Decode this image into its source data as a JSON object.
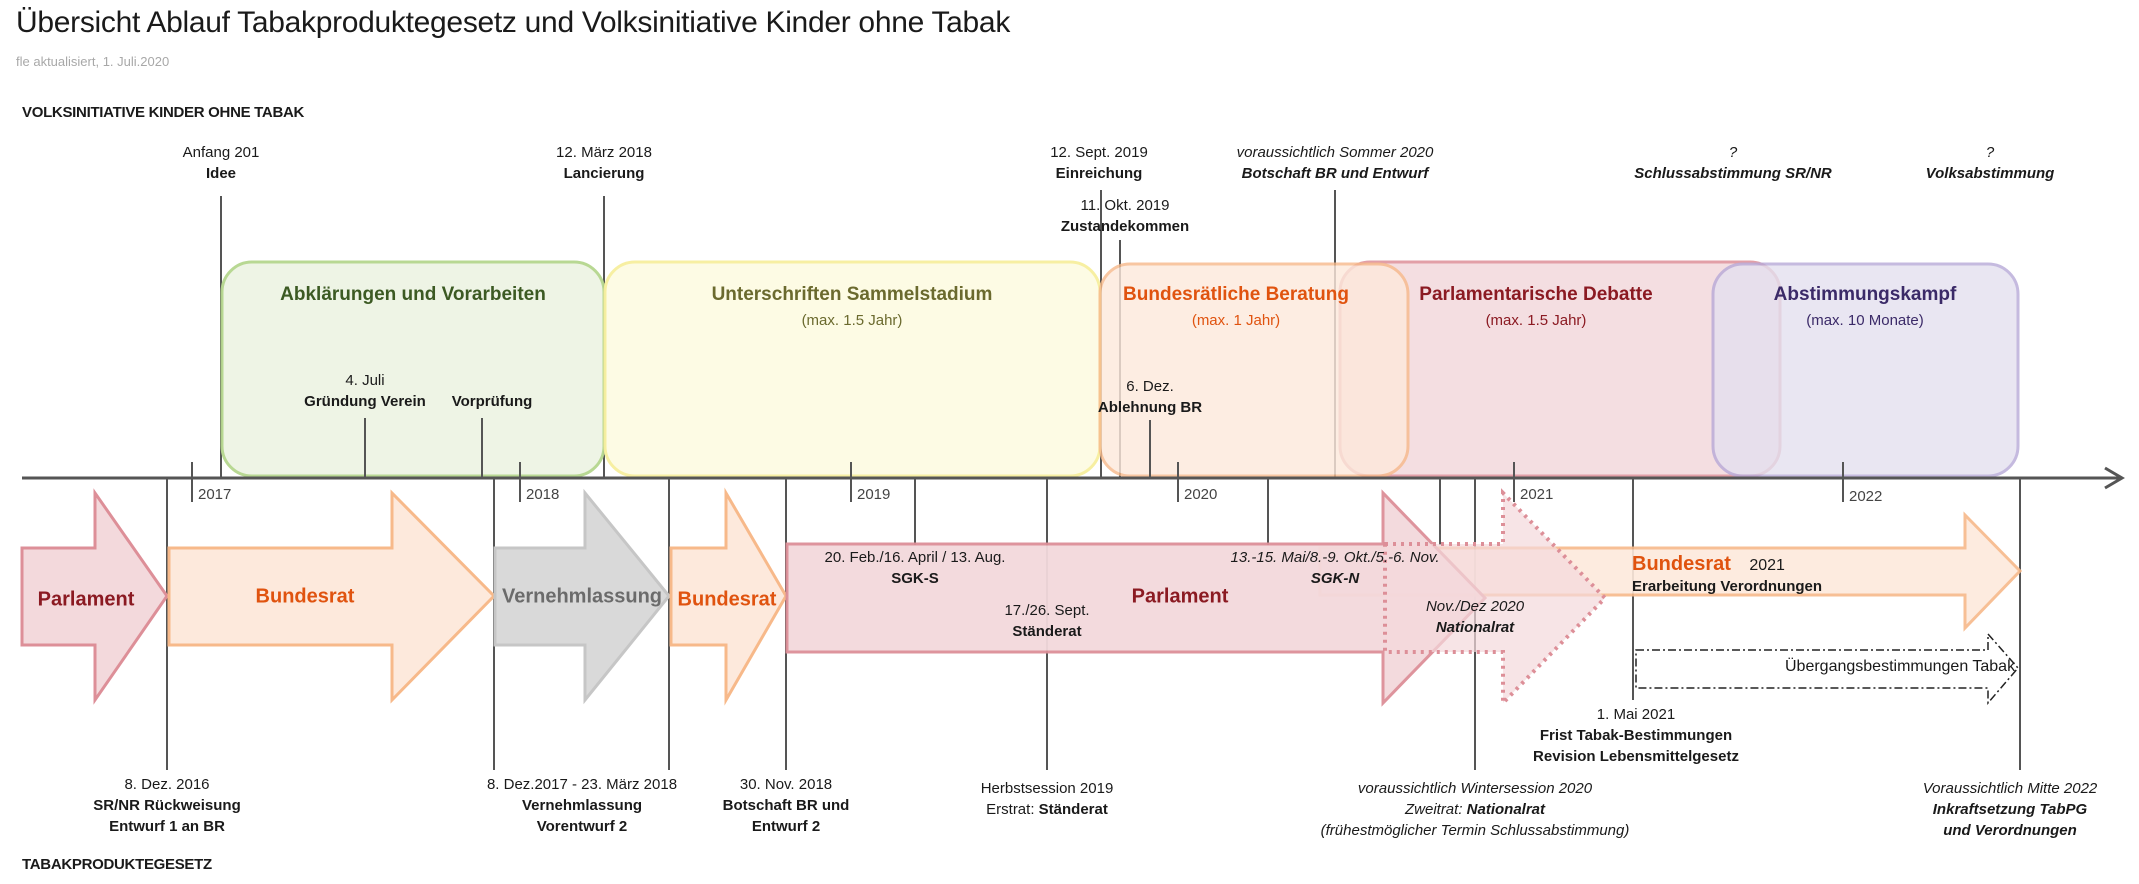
{
  "header": {
    "title": "Übersicht Ablauf Tabakproduktegesetz und Volksinitiative Kinder ohne Tabak",
    "subtitle": "fle aktualisiert, 1. Juli.2020"
  },
  "sections": {
    "top": "VOLKSINITIATIVE KINDER OHNE TABAK",
    "bottom": "TABAKPRODUKTEGESETZ"
  },
  "colors": {
    "green": "#b5d68e",
    "green_fill": "#eef4e4",
    "yellow": "#f7ef9e",
    "yellow_fill": "#fdfbe3",
    "orange": "#f7b98a",
    "orange_fill": "#fde9dc",
    "red": "#dd8f98",
    "red_fill": "#f3d9dc",
    "purple": "#b7a9d8",
    "purple_fill": "#e4e0ef",
    "grey": "#c6c6c6",
    "grey_fill": "#d9d9d9",
    "axis": "#555555",
    "dark_green": "#3c5a23",
    "olive": "#6b6a2e",
    "orange_text": "#e0530f",
    "dark_red": "#8b1a22",
    "dark_purple": "#3b2a68",
    "grey_text": "#6b6b6b"
  },
  "timeline": {
    "years": [
      "2017",
      "2018",
      "2019",
      "2020",
      "2021",
      "2022"
    ]
  },
  "phases": [
    {
      "title": "Abklärungen und Vorarbeiten",
      "subtitle": ""
    },
    {
      "title": "Unterschriften  Sammelstadium",
      "subtitle": "(max. 1.5 Jahr)"
    },
    {
      "title": "Bundesrätliche Beratung",
      "subtitle": "(max. 1 Jahr)"
    },
    {
      "title": "Parlamentarische Debatte",
      "subtitle": "(max. 1.5 Jahr)"
    },
    {
      "title": "Abstimmungskampf",
      "subtitle": "(max. 10 Monate)"
    }
  ],
  "initiative_events": [
    {
      "date": "Anfang 201",
      "label": "Idee"
    },
    {
      "date": "12. März 2018",
      "label": "Lancierung"
    },
    {
      "date": "12. Sept. 2019",
      "label": "Einreichung"
    },
    {
      "date": "11. Okt. 2019",
      "label": "Zustandekommen"
    },
    {
      "date": "voraussichtlich Sommer 2020",
      "label": "Botschaft BR und Entwurf"
    },
    {
      "date": "?",
      "label": "Schlussabstimmung SR/NR"
    },
    {
      "date": "?",
      "label": "Volksabstimmung"
    },
    {
      "date": "4. Juli",
      "label": "Gründung Verein"
    },
    {
      "date": "",
      "label": "Vorprüfung"
    },
    {
      "date": "6. Dez.",
      "label": "Ablehnung BR"
    }
  ],
  "law_arrows": [
    {
      "label": "Parlament"
    },
    {
      "label": "Bundesrat"
    },
    {
      "label": "Vernehmlassung"
    },
    {
      "label": "Bundesrat"
    },
    {
      "label": "Parlament"
    },
    {
      "label": "Bundesrat",
      "year": "2021",
      "sub": "Erarbeitung Verordnungen"
    },
    {
      "label": "Übergangsbestimmungen Tabak"
    }
  ],
  "arrow_events": [
    {
      "date": "20. Feb./16. April / 13. Aug.",
      "label": "SGK-S"
    },
    {
      "date": "17./26. Sept.",
      "label": "Ständerat"
    },
    {
      "date": "13.-15. Mai/8.-9. Okt./5.-6. Nov.",
      "label": "SGK-N"
    },
    {
      "date": "Nov./Dez 2020",
      "label": "Nationalrat"
    }
  ],
  "law_events": [
    {
      "date": "8. Dez. 2016",
      "line1": "SR/NR Rückweisung",
      "line2": "Entwurf 1 an BR"
    },
    {
      "date": "8. Dez.2017 - 23.  März 2018",
      "line1": "Vernehmlassung",
      "line2": "Vorentwurf 2"
    },
    {
      "date": "30. Nov. 2018",
      "line1": "Botschaft BR und",
      "line2": "Entwurf 2"
    },
    {
      "date": "Herbstsession 2019",
      "line1_prefix": "Erstrat: ",
      "line1": "Ständerat"
    },
    {
      "date": "voraussichtlich Wintersession 2020",
      "line1_prefix": "Zweitrat: ",
      "line1": "Nationalrat",
      "line2": "(frühestmöglicher Termin Schlussabstimmung)"
    },
    {
      "date": "1. Mai 2021",
      "line1": "Frist Tabak-Bestimmungen",
      "line2": "Revision Lebensmittelgesetz"
    },
    {
      "date": "Voraussichtlich Mitte 2022",
      "line1": "Inkraftsetzung TabPG",
      "line2": "und Verordnungen"
    }
  ]
}
